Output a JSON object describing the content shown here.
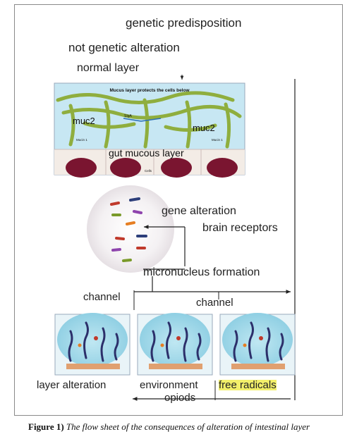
{
  "figure": {
    "labels": {
      "genetic_predisposition": "genetic predisposition",
      "not_genetic_alteration": "not genetic alteration",
      "normal_layer": "normal layer",
      "gene_alteration": "gene alteration",
      "brain_receptors": "brain receptors",
      "micronucleus_formation": "micronucleus formation",
      "channel_left": "channel",
      "channel_right": "channel",
      "layer_alteration": "layer alteration",
      "environment": "environment",
      "free_radicals": "free radicals",
      "opiods": "opiods"
    },
    "mucus_panel": {
      "title": "Mucus layer protects the cells below",
      "muc2_left": "muc2",
      "muc2_right": "muc2",
      "gut_mucous_layer": "gut mucous layer",
      "small_sigA": "SIgA",
      "small_mucin_left": "Mucin 1",
      "small_mucin_right": "Mucin 1",
      "small_cells": "Cells"
    },
    "caption": {
      "label": "Figure 1)",
      "text": "The flow sheet of the consequences of alteration of intestinal layer"
    }
  },
  "colors": {
    "panel_bg": "#bfe3ef",
    "mucus_green": "#8fae3e",
    "cell_nucleus": "#7a1530",
    "arrow": "#222222",
    "highlight": "#f2ef6a"
  }
}
